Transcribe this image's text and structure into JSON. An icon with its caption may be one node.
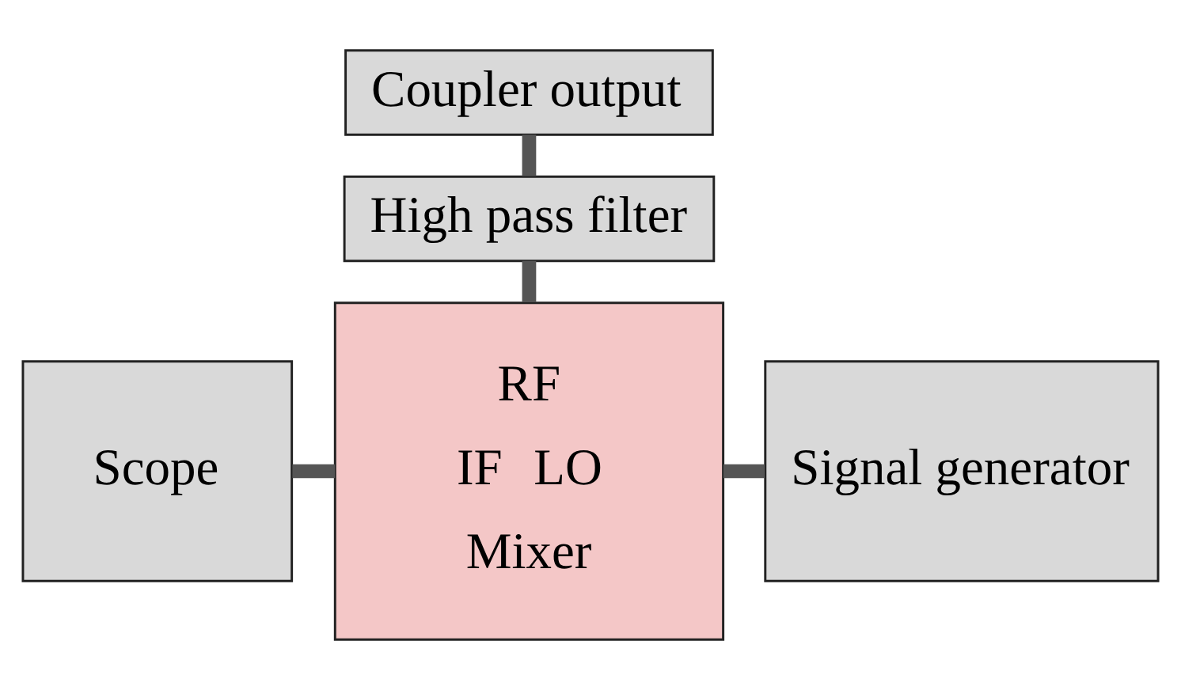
{
  "diagram": {
    "nodes": [
      {
        "text": [
          "Coupler output"
        ]
      },
      {
        "text": [
          "High pass filter"
        ]
      },
      {
        "text": [
          "RF",
          "IF",
          "LO",
          "Mixer"
        ]
      },
      {
        "text": [
          "Scope"
        ]
      },
      {
        "text": [
          "Signal generator"
        ]
      }
    ],
    "edges": [
      {
        "from": 0,
        "to": 1,
        "arrow": "none"
      },
      {
        "from": 1,
        "to": 2,
        "arrow": "none"
      },
      {
        "from": 3,
        "to": 2,
        "arrow": "none"
      },
      {
        "from": 2,
        "to": 4,
        "arrow": "none"
      }
    ]
  }
}
